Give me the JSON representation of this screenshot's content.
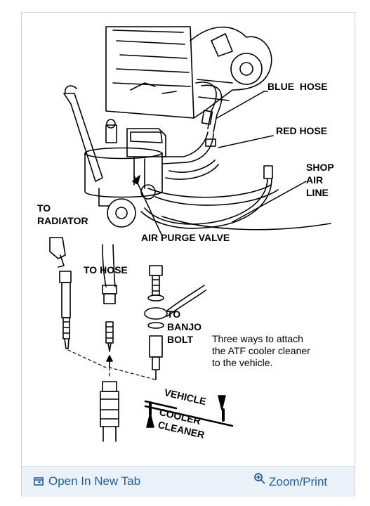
{
  "diagram": {
    "labels": {
      "blue_hose": "BLUE  HOSE",
      "red_hose": "RED HOSE",
      "shop_air_line_1": "SHOP",
      "shop_air_line_2": "AIR",
      "shop_air_line_3": "LINE",
      "to_radiator_1": "TO",
      "to_radiator_2": "RADIATOR",
      "air_purge_valve": "AIR PURGE VALVE",
      "to_hose": "TO HOSE",
      "to_banjo_bolt_1": "TO",
      "to_banjo_bolt_2": "BANJO",
      "to_banjo_bolt_3": "BOLT",
      "vehicle": "VEHICLE",
      "cooler_cleaner_1": "COOLER",
      "cooler_cleaner_2": "CLEANER"
    },
    "note": "Three ways to attach\nthe ATF cooler cleaner\nto the vehicle."
  },
  "toolbar": {
    "open_tab_label": "Open In New Tab",
    "zoom_print_label": "Zoom/Print",
    "accent_color": "#1f5fa8",
    "open_tab_icon": "open-in-new-tab-icon",
    "zoom_icon": "zoom-magnifier-icon"
  }
}
